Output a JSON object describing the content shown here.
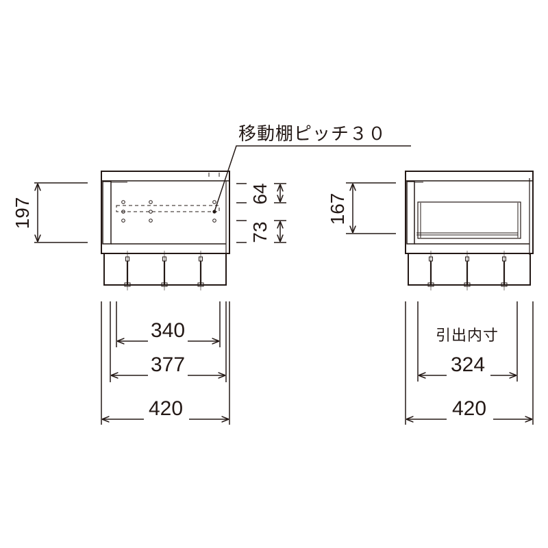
{
  "annotation": {
    "shelf_pitch_label": "移動棚ピッチ３０"
  },
  "left_view": {
    "height_dim": "197",
    "upper_gap_dim": "64",
    "lower_gap_dim": "73",
    "inner_width_dim": "340",
    "mid_width_dim": "377",
    "outer_width_dim": "420"
  },
  "right_view": {
    "height_dim": "167",
    "drawer_inner_label": "引出内寸",
    "drawer_inner_width_dim": "324",
    "outer_width_dim": "420"
  },
  "colors": {
    "line": "#231815",
    "background": "#ffffff"
  }
}
